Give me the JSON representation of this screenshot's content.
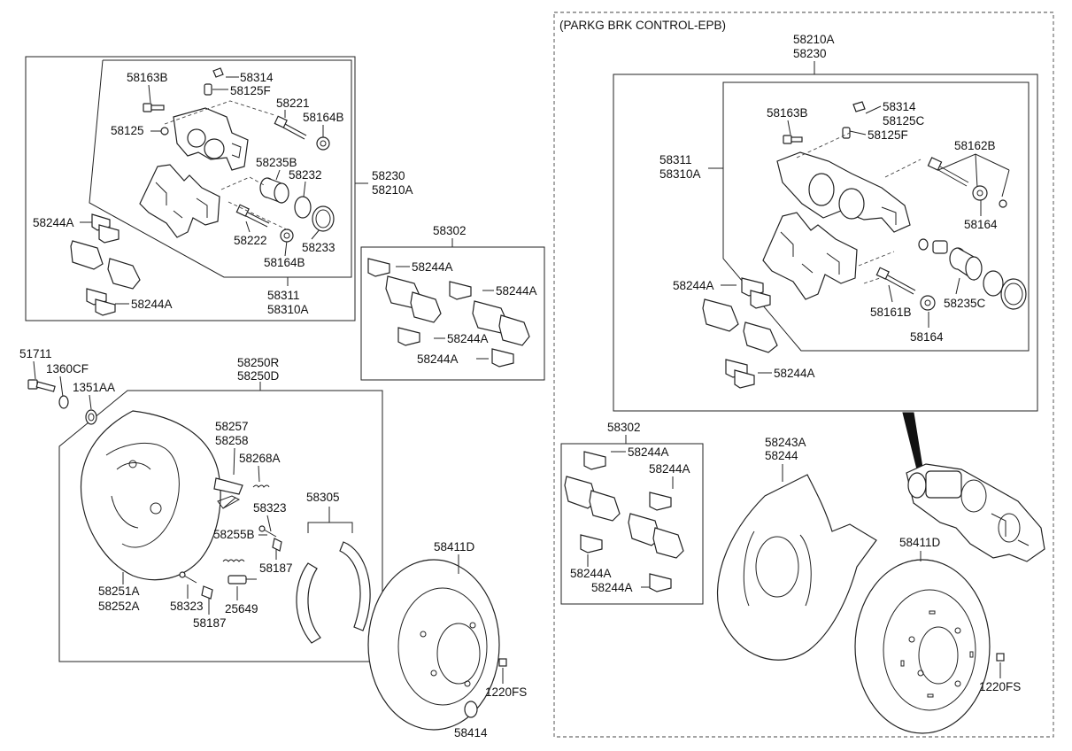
{
  "left": {
    "caliper_group_labels": [
      "58230",
      "58210A"
    ],
    "caliper_sub_labels": [
      "58311",
      "58310A"
    ],
    "caliper_parts": {
      "p58163B": "58163B",
      "p58314": "58314",
      "p58125F": "58125F",
      "p58221": "58221",
      "p58164B_top": "58164B",
      "p58125": "58125",
      "p58235B": "58235B",
      "p58232": "58232",
      "p58222": "58222",
      "p58233": "58233",
      "p58164B_bot": "58164B",
      "p58244A_top": "58244A",
      "p58244A_bot": "58244A"
    },
    "pad_kit": {
      "kit_label": "58302",
      "parts": [
        "58244A",
        "58244A",
        "58244A",
        "58244A"
      ]
    },
    "backing_plate": {
      "labels": [
        "58250R",
        "58250D"
      ],
      "bolt": "51711",
      "washer": "1360CF",
      "ring": "1351AA",
      "plate_labels": [
        "58251A",
        "58252A"
      ],
      "lever_labels": [
        "58257",
        "58258"
      ],
      "spring": "58268A",
      "pin_top": "58323",
      "adjuster": "58255B",
      "clip_top": "58187",
      "pin_bot": "58323",
      "clip_bot": "58187",
      "sensor": "25649",
      "shoe_kit": "58305"
    },
    "disc": {
      "label": "58411D",
      "screw": "1220FS",
      "cap": "58414"
    }
  },
  "right": {
    "section_title": "(PARKG BRK CONTROL-EPB)",
    "caliper_group_labels": [
      "58210A",
      "58230"
    ],
    "caliper_sub_labels": [
      "58311",
      "58310A"
    ],
    "caliper_parts": {
      "p58163B": "58163B",
      "p58314": "58314",
      "p58125C": "58125C",
      "p58125F": "58125F",
      "p58162B": "58162B",
      "p58164_top": "58164",
      "p58244A_top": "58244A",
      "p58161B": "58161B",
      "p58235C": "58235C",
      "p58164_bot": "58164",
      "p58244A_bot": "58244A"
    },
    "pad_kit": {
      "kit_label": "58302",
      "parts": [
        "58244A",
        "58244A",
        "58244A",
        "58244A"
      ]
    },
    "dust_cover": [
      "58243A",
      "58244"
    ],
    "disc": {
      "label": "58411D",
      "screw": "1220FS"
    }
  }
}
